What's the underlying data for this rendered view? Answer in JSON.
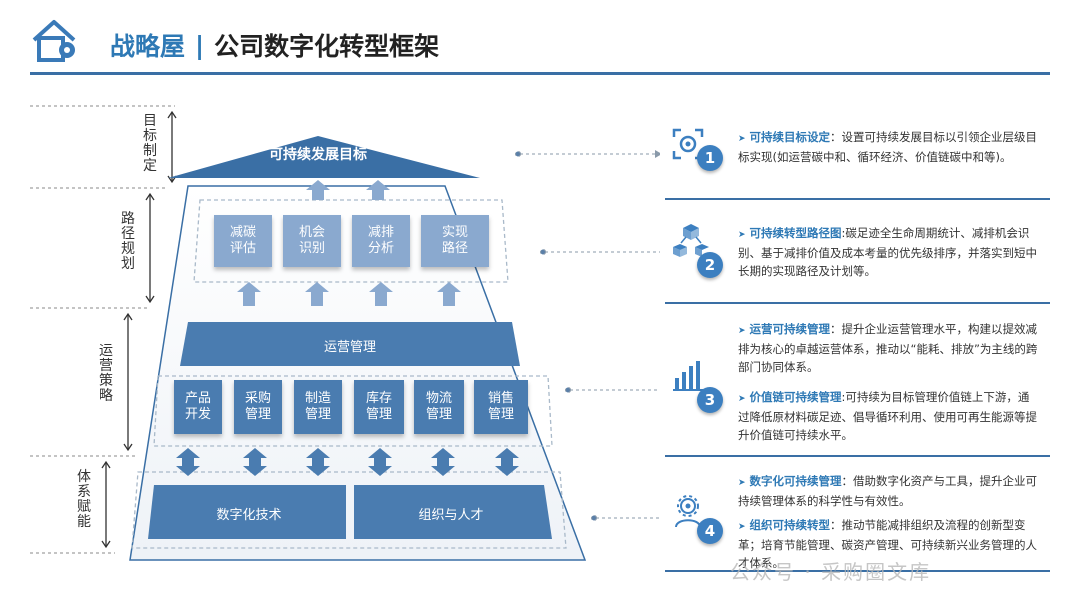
{
  "header": {
    "title_main": "战略屋",
    "title_sep": "|",
    "title_sub": "公司数字化转型框架"
  },
  "side_labels": [
    "目标制定",
    "路径规划",
    "运营策略",
    "体系赋能"
  ],
  "roof": {
    "label": "可持续发展目标"
  },
  "path_boxes": [
    "减碳\n评估",
    "机会\n识别",
    "减排\n分析",
    "实现\n路径"
  ],
  "operations": {
    "banner": "运营管理",
    "boxes": [
      "产品\n开发",
      "采购\n管理",
      "制造\n管理",
      "库存\n管理",
      "物流\n管理",
      "销售\n管理"
    ]
  },
  "foundation": [
    "数字化技术",
    "组织与人才"
  ],
  "right_panel": [
    {
      "num": "1",
      "icon": "target-icon",
      "items": [
        {
          "highlight": "可持续目标设定",
          "text": "：设置可持续发展目标以引领企业层级目标实现(如运营碳中和、循环经济、价值链碳中和等)。"
        }
      ]
    },
    {
      "num": "2",
      "icon": "network-cubes-icon",
      "items": [
        {
          "highlight": "可持续转型路径图",
          "text": ":碳足迹全生命周期统计、减排机会识别、基于减排价值及成本考量的优先级排序，并落实到短中长期的实现路径及计划等。"
        }
      ]
    },
    {
      "num": "3",
      "icon": "bar-chart-icon",
      "items": [
        {
          "highlight": "运营可持续管理",
          "text": "：提升企业运营管理水平，构建以提效减排为核心的卓越运营体系，推动以“能耗、排放”为主线的跨部门协同体系。"
        },
        {
          "highlight": "价值链可持续管理",
          "text": ":可持续为目标管理价值链上下游，通过降低原材料碳足迹、倡导循环利用、使用可再生能源等提升价值链可持续水平。"
        }
      ]
    },
    {
      "num": "4",
      "icon": "person-gear-icon",
      "items": [
        {
          "highlight": "数字化可持续管理",
          "text": "：借助数字化资产与工具，提升企业可持续管理体系的科学性与有效性。"
        },
        {
          "highlight": "组织可持续转型",
          "text": "：推动节能减排组织及流程的创新型变革；培育节能管理、碳资产管理、可持续新兴业务管理的人才体系。"
        }
      ]
    }
  ],
  "watermark": "公众号 · 采购圈文库",
  "colors": {
    "primary": "#4a7cb0",
    "light": "#8aa9cf",
    "accent": "#2e79b5"
  }
}
